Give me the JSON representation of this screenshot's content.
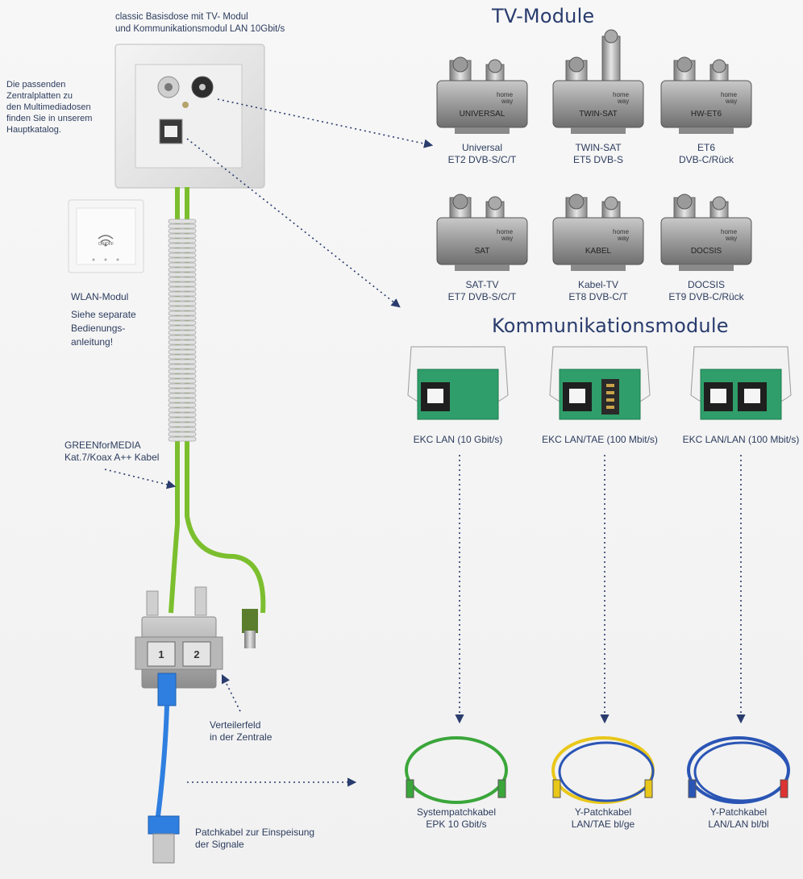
{
  "top_note": {
    "line1": "classic Basisdose mit TV- Modul",
    "line2": "und Kommunikationsmodul LAN 10Gbit/s"
  },
  "left_note": {
    "lines": [
      "Die passenden",
      "Zentralplatten zu",
      "den Multimediadosen",
      "finden Sie in unserem",
      "Hauptkatalog."
    ]
  },
  "wlan": {
    "title": "WLAN-Modul",
    "lines": [
      "Siehe separate",
      "Bedienungs-",
      "anleitung!"
    ],
    "device_text": "ON/OFF"
  },
  "cable_note": {
    "line1": "GREENforMEDIA",
    "line2": "Kat.7/Koax A++ Kabel"
  },
  "patch_panel_ports": [
    "1",
    "2"
  ],
  "verteiler_note": {
    "line1": "Verteilerfeld",
    "line2": "in der Zentrale"
  },
  "patch_note": {
    "line1": "Patchkabel zur Einspeisung",
    "line2": "der Signale"
  },
  "tv_heading": "TV-Module",
  "tv_modules": [
    {
      "badge": "UNIVERSAL",
      "line1": "Universal",
      "line2": "ET2 DVB-S/C/T"
    },
    {
      "badge": "TWIN-SAT",
      "line1": "TWIN-SAT",
      "line2": "ET5 DVB-S"
    },
    {
      "badge": "HW-ET6",
      "line1": "ET6",
      "line2": "DVB-C/Rück"
    },
    {
      "badge": "SAT",
      "line1": "SAT-TV",
      "line2": "ET7 DVB-S/C/T"
    },
    {
      "badge": "KABEL",
      "line1": "Kabel-TV",
      "line2": "ET8 DVB-C/T"
    },
    {
      "badge": "DOCSIS",
      "line1": "DOCSIS",
      "line2": "ET9 DVB-C/Rück"
    }
  ],
  "brand_text": {
    "line1": "home",
    "line2": "way"
  },
  "comm_heading": "Kommunikationsmodule",
  "comm_modules": [
    {
      "label": "EKC LAN (10 Gbit/s)"
    },
    {
      "label": "EKC LAN/TAE (100 Mbit/s)"
    },
    {
      "label": "EKC LAN/LAN (100 Mbit/s)"
    }
  ],
  "patch_cables": [
    {
      "line1": "Systempatchkabel",
      "line2": "EPK 10 Gbit/s",
      "color": "#3aa63a"
    },
    {
      "line1": "Y-Patchkabel",
      "line2": "LAN/TAE bl/ge",
      "color": "#e8c719"
    },
    {
      "line1": "Y-Patchkabel",
      "line2": "LAN/LAN bl/bl",
      "color": "#2a55b5"
    }
  ],
  "colors": {
    "cable_green": "#8cc63f",
    "heading_blue": "#2a3c6e",
    "patch_blue": "#2f7fe0",
    "arrow": "#2a3c6e"
  }
}
